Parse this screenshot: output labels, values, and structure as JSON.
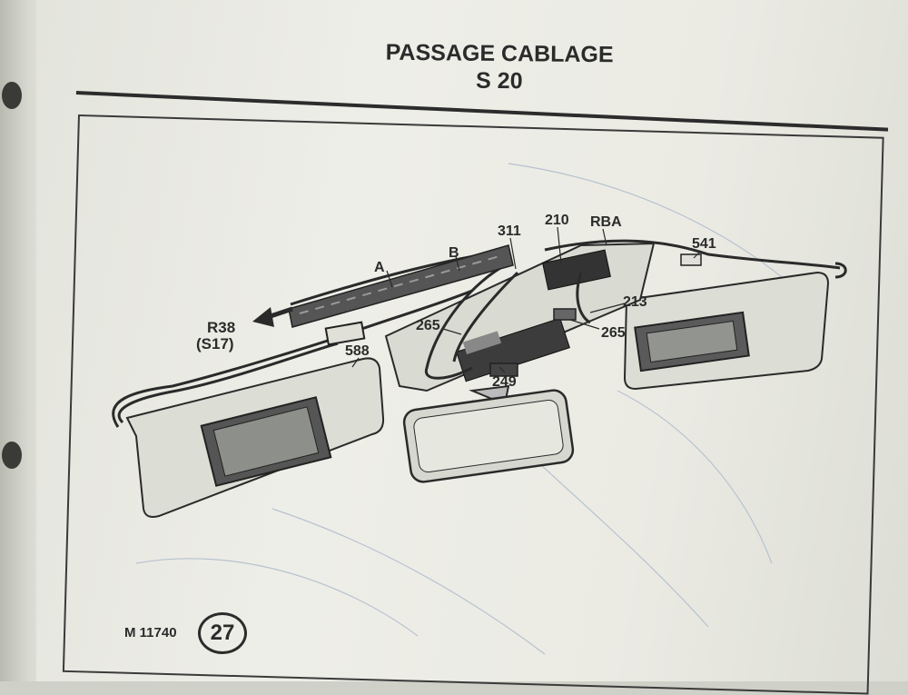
{
  "header": {
    "title": "PASSAGE CABLAGE",
    "subtitle": "S 20"
  },
  "callouts": {
    "r38": "R38",
    "s17": "(S17)",
    "a": "A",
    "b": "B",
    "c311": "311",
    "c210": "210",
    "rba": "RBA",
    "c541": "541",
    "c213": "213",
    "c265_left": "265",
    "c265_right": "265",
    "c588": "588",
    "c249": "249"
  },
  "footer": {
    "figure_ref": "M 11740",
    "page_number": "27"
  }
}
